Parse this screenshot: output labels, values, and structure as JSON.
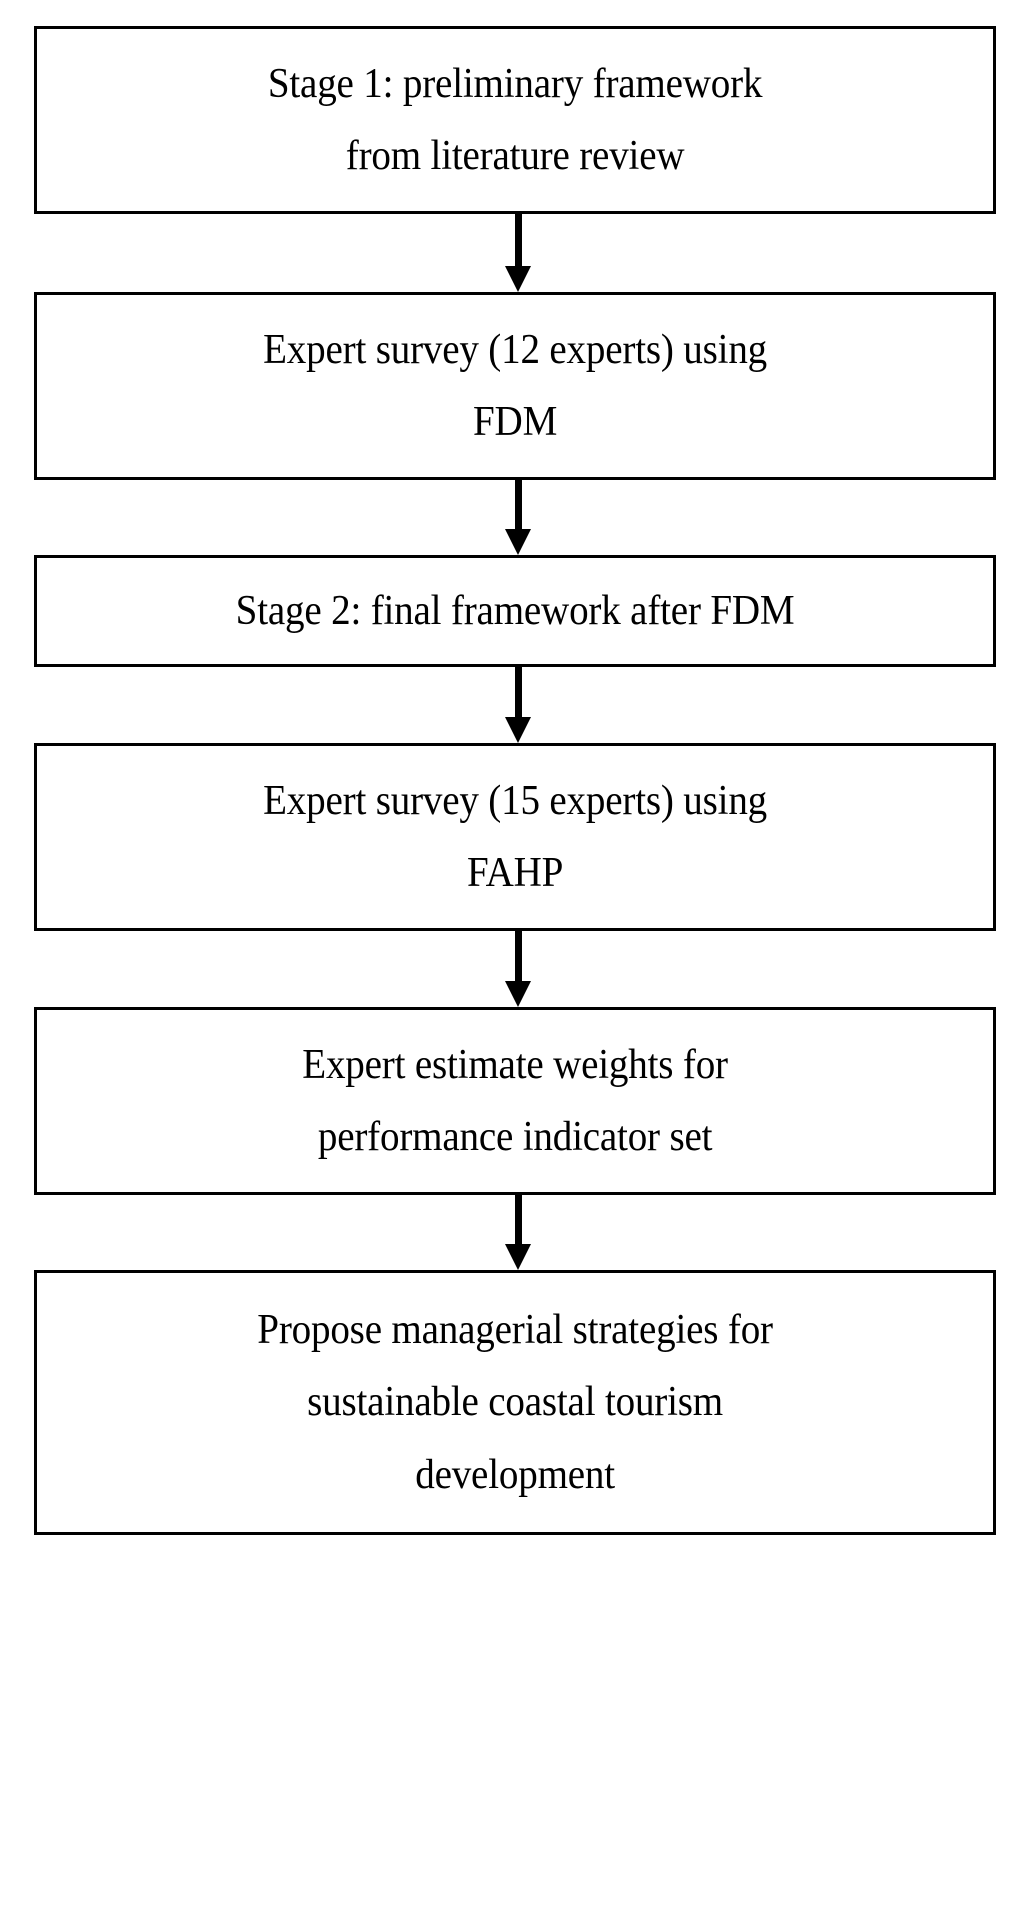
{
  "diagram": {
    "title": "Research methodology flowchart",
    "orientation": "top-to-bottom",
    "background_color": "#ffffff",
    "line_color": "#000000",
    "text_color": "#000000",
    "node_fill_color": "#ffffff",
    "nodes": [
      {
        "id": "stage-1-preliminary-framework",
        "label": "Stage 1: preliminary framework\nfrom literature review",
        "lines": 2
      },
      {
        "id": "expert-survey-fdm",
        "label": "Expert survey (12 experts) using\nFDM",
        "lines": 2
      },
      {
        "id": "stage-2-final-framework",
        "label": "Stage 2: final framework after FDM",
        "lines": 1
      },
      {
        "id": "expert-survey-fahp",
        "label": "Expert survey (15 experts) using\nFAHP",
        "lines": 2
      },
      {
        "id": "expert-estimate-weights",
        "label": "Expert estimate weights for\nperformance indicator set",
        "lines": 2
      },
      {
        "id": "propose-managerial-strategies",
        "label": "Propose managerial strategies for\nsustainable coastal tourism\ndevelopment",
        "lines": 3
      }
    ],
    "connectors": [
      {
        "id": "arrow-1",
        "from": "stage-1-preliminary-framework",
        "to": "expert-survey-fdm",
        "shape": "down-arrow"
      },
      {
        "id": "arrow-2",
        "from": "expert-survey-fdm",
        "to": "stage-2-final-framework",
        "shape": "down-arrow"
      },
      {
        "id": "arrow-3",
        "from": "stage-2-final-framework",
        "to": "expert-survey-fahp",
        "shape": "down-arrow"
      },
      {
        "id": "arrow-4",
        "from": "expert-survey-fahp",
        "to": "expert-estimate-weights",
        "shape": "down-arrow"
      },
      {
        "id": "arrow-5",
        "from": "expert-estimate-weights",
        "to": "propose-managerial-strategies",
        "shape": "down-arrow"
      }
    ]
  }
}
